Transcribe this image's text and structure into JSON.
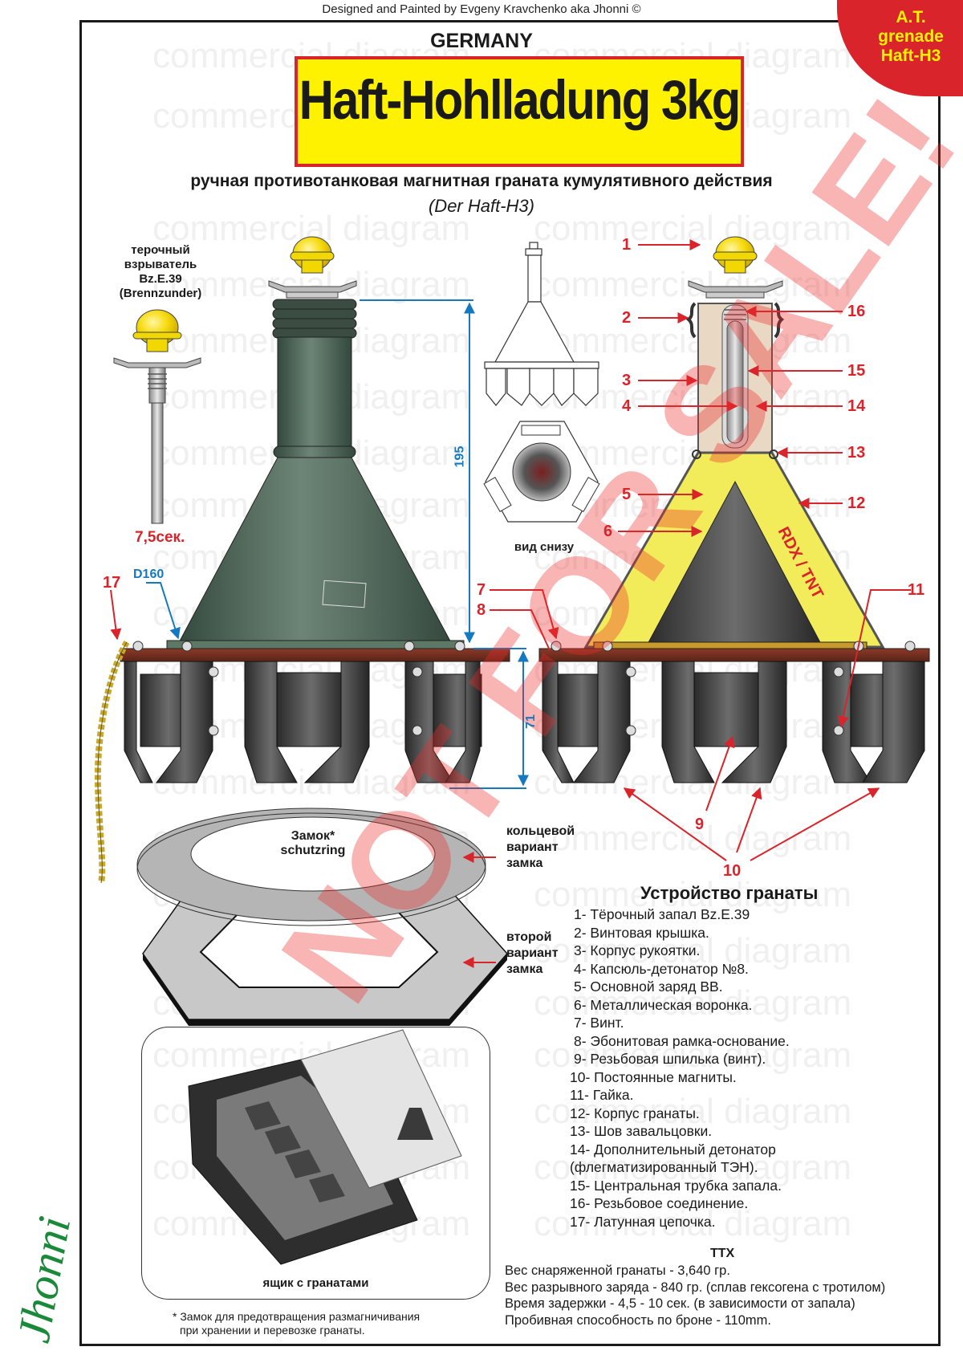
{
  "header": {
    "credit": "Designed and Painted by Evgeny Kravchenko  aka  Jhonni ©",
    "corner_badge": [
      "A.T.",
      "grenade",
      "Haft-H3"
    ],
    "country": "GERMANY",
    "title": "Haft-Hohlladung 3kg",
    "subtitle": "ручная противотанковая магнитная граната кумулятивного действия",
    "subtitle_alt": "(Der Haft-H3)"
  },
  "watermark": {
    "text": "commercial diagram",
    "stamp": "NOT FOR SALE!"
  },
  "fuze": {
    "label": [
      "терочный",
      "взрыватель",
      "Bz.E.39",
      "(Brennzunder)"
    ],
    "delay": "7,5сек."
  },
  "dimensions": {
    "diameter": "D160",
    "height_total": "195",
    "height_base": "71"
  },
  "bottom_view": {
    "label": "вид снизу"
  },
  "callouts": [
    "1",
    "2",
    "3",
    "4",
    "5",
    "6",
    "7",
    "8",
    "9",
    "10",
    "11",
    "12",
    "13",
    "14",
    "15",
    "16",
    "17"
  ],
  "charge_label": "RDX / TNT",
  "lock": {
    "label": "Замок*",
    "label_de": "schutzring",
    "ring_variant": [
      "кольцевой",
      "вариант",
      "замка"
    ],
    "second_variant": [
      "второй",
      "вариант",
      "замка"
    ]
  },
  "crate": {
    "caption": "ящик с гранатами"
  },
  "footnote": [
    "* Замок для предотвращения размагничивания",
    "при хранении и перевозке гранаты."
  ],
  "legend": {
    "title": "Устройство гранаты",
    "items": [
      " 1- Тёрочный запал Bz.E.39",
      " 2- Винтовая крышка.",
      " 3- Корпус рукоятки.",
      " 4- Капсюль-детонатор №8.",
      " 5- Основной заряд ВВ.",
      " 6- Металлическая воронка.",
      " 7- Винт.",
      " 8- Эбонитовая рамка-основание.",
      " 9- Резьбовая шпилька (винт).",
      "10- Постоянные магниты.",
      "11- Гайка.",
      "12- Корпус гранаты.",
      "13- Шов завальцовки.",
      "14- Дополнительный детонатор",
      "(флегматизированный ТЭН).",
      "15- Центральная трубка запала.",
      "16- Резьбовое соединение.",
      "17- Латунная цепочка."
    ]
  },
  "ttx": {
    "title": "ТТХ",
    "lines": [
      "Вес снаряженной гранаты - 3,640 гр.",
      "Вес разрывного заряда - 840 гр. (сплав гексогена с тротилом)",
      "Время задержки - 4,5 - 10 сек. (в зависимости от запала)",
      "Пробивная способность по броне - 110mm."
    ]
  },
  "signature": "Jhonni",
  "colors": {
    "accent_red": "#d8242a",
    "title_yellow": "#fff200",
    "body_green": "#3f5a4c",
    "dimension_blue": "#1479c0",
    "charge_yellow": "#f2ec5a"
  }
}
